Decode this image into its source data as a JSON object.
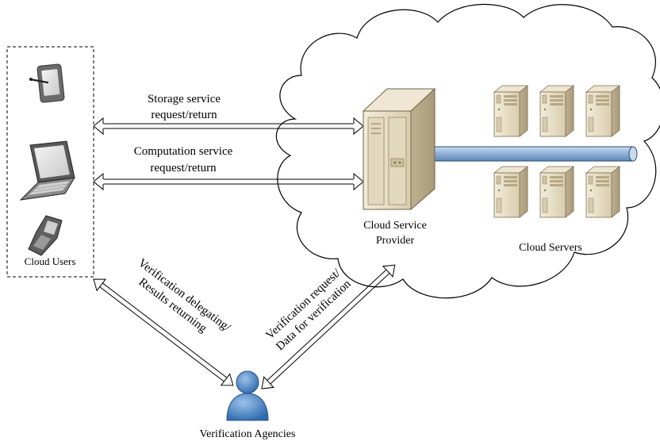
{
  "cloud_users": {
    "label": "Cloud Users"
  },
  "provider": {
    "label_line1": "Cloud Service",
    "label_line2": "Provider"
  },
  "servers": {
    "label": "Cloud Servers"
  },
  "agency": {
    "label": "Verification Agencies"
  },
  "arrows": {
    "storage": {
      "line1": "Storage service",
      "line2": "request/return"
    },
    "computation": {
      "line1": "Computation service",
      "line2": "request/return"
    },
    "delegating": {
      "line1": "Verification delegating/",
      "line2": "Results returning"
    },
    "request": {
      "line1": "Verification request/",
      "line2": "Data for verification"
    }
  },
  "colors": {
    "bus": "#9DB8D8",
    "server_body": "#E8DFC8",
    "server_shade": "#C9BC9A",
    "person": "#4A7EBB",
    "device": "#595959"
  },
  "icons": [
    "tablet-icon",
    "laptop-icon",
    "phone-icon",
    "person-icon",
    "server-icon"
  ]
}
